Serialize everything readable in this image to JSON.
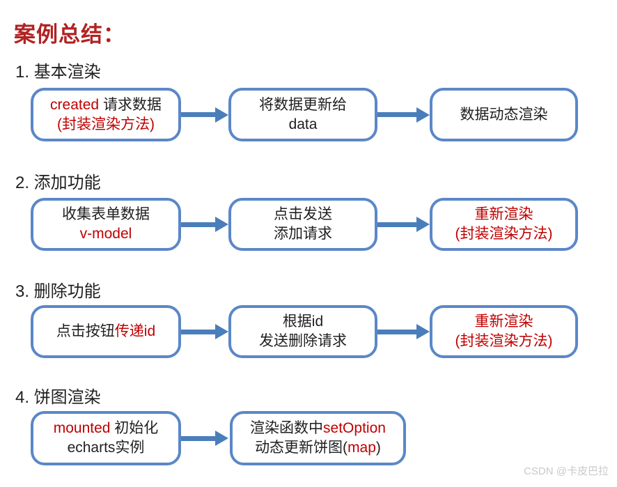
{
  "page": {
    "title": "案例总结：",
    "watermark": "CSDN @卡皮巴拉"
  },
  "colors": {
    "title_red": "#b22222",
    "accent_red": "#c00000",
    "box_border": "#5b87c7",
    "arrow_blue": "#4a7ebb",
    "text_black": "#1f1f1f",
    "watermark_gray": "#c9c9c9"
  },
  "sections": [
    {
      "label": "1. 基本渲染",
      "boxes": [
        {
          "l1a": "created ",
          "l1b": "请求数据",
          "l2a": "(封装渲染方法)"
        },
        {
          "l1a": "将数据更新给",
          "l2a": "data"
        },
        {
          "l1a": "数据动态渲染"
        }
      ]
    },
    {
      "label": "2. 添加功能",
      "boxes": [
        {
          "l1a": "收集表单数据",
          "l2a": "v-model"
        },
        {
          "l1a": "点击发送",
          "l2a": "添加请求"
        },
        {
          "l1a": "重新渲染",
          "l2a": "(封装渲染方法)"
        }
      ]
    },
    {
      "label": "3. 删除功能",
      "boxes": [
        {
          "l1a": "点击按钮",
          "l1b": "传递id"
        },
        {
          "l1a": "根据id",
          "l2a": "发送删除请求"
        },
        {
          "l1a": "重新渲染",
          "l2a": "(封装渲染方法)"
        }
      ]
    },
    {
      "label": "4. 饼图渲染",
      "boxes": [
        {
          "l1a": "mounted ",
          "l1b": "初始化",
          "l2a": "echarts实例"
        },
        {
          "l1a": "渲染函数中",
          "l1b": "setOption",
          "l2a": "动态更新饼图(",
          "l2b": "map",
          "l2c": ")"
        }
      ]
    }
  ]
}
